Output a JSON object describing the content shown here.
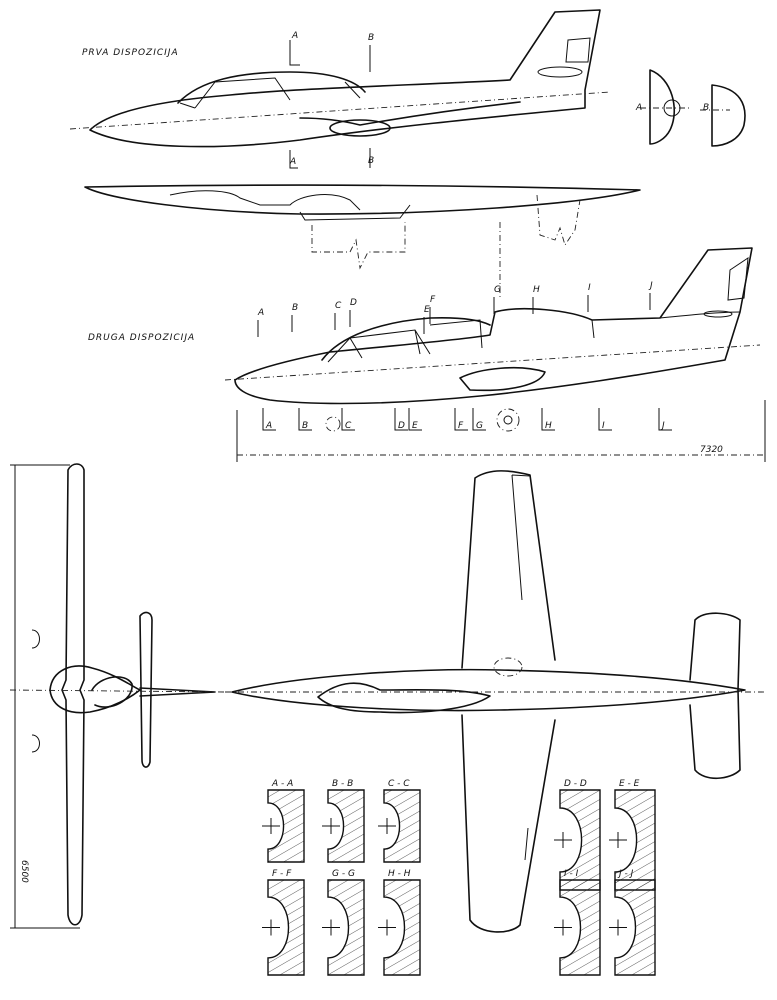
{
  "titles": {
    "first_layout": "PRVA DISPOZICIJA",
    "second_layout": "DRUGA DISPOZICIJA"
  },
  "first_layout_section_marks": {
    "top": [
      "A",
      "B"
    ],
    "bottom": [
      "A",
      "B"
    ],
    "side_sections": [
      "A",
      "B"
    ]
  },
  "second_layout_section_marks": {
    "top": [
      "A",
      "B",
      "C",
      "D",
      "E",
      "F",
      "G",
      "H",
      "I",
      "J"
    ],
    "bottom": [
      "A",
      "B",
      "C",
      "D",
      "E",
      "F",
      "G",
      "H",
      "I",
      "J"
    ]
  },
  "dimensions": {
    "length": "7320",
    "span": "6500"
  },
  "sections": [
    "A - A",
    "B - B",
    "C - C",
    "D - D",
    "E - E",
    "F - F",
    "G - G",
    "H - H",
    "I - I",
    "J - J"
  ]
}
